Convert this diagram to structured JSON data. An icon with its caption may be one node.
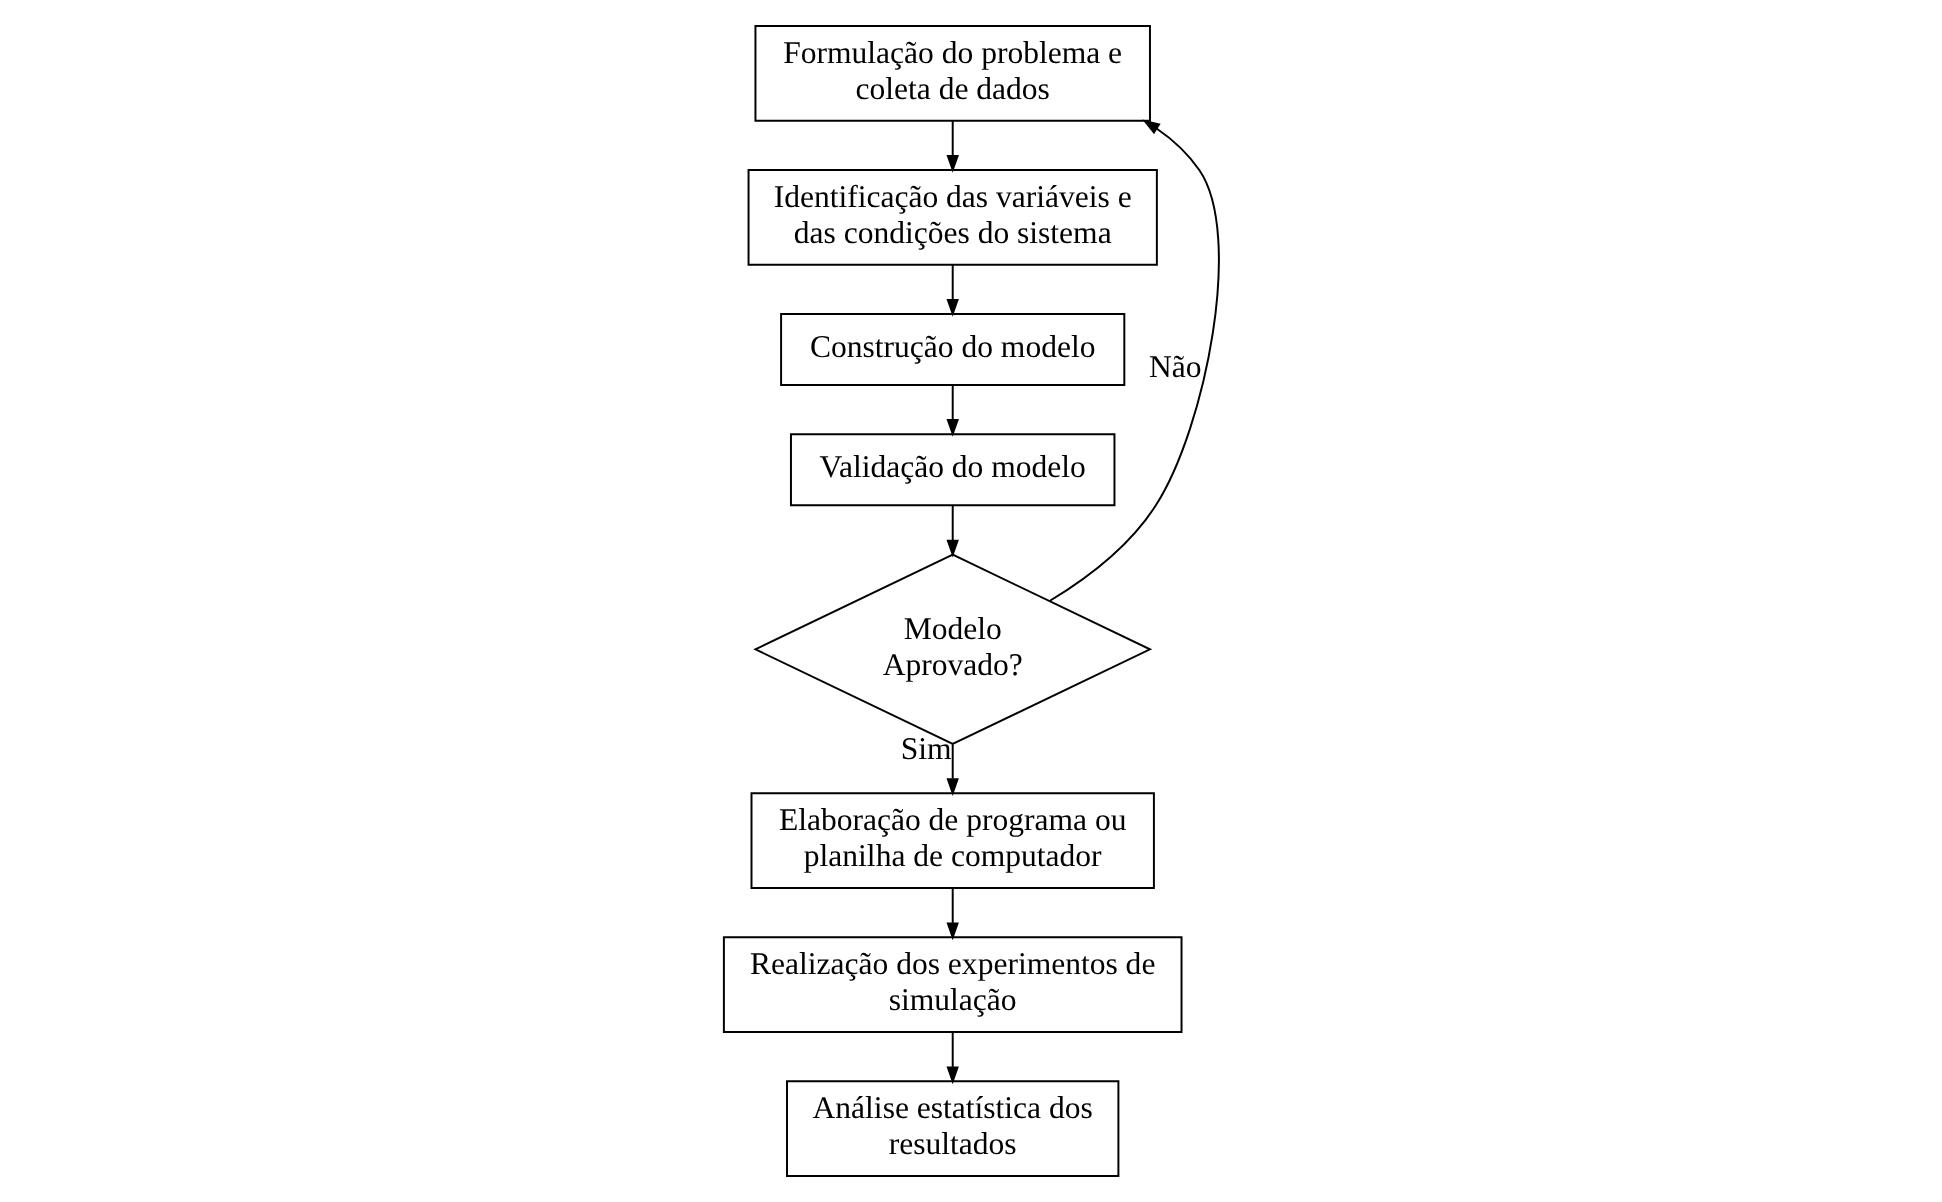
{
  "diagram": {
    "nodes": [
      {
        "text": [
          "Formulação do problema e coleta de dados"
        ]
      },
      {
        "text": [
          "Identificação das variáveis e das condições do sistema"
        ]
      },
      {
        "text": [
          "Construção do modelo"
        ]
      },
      {
        "text": [
          "Validação do modelo"
        ]
      },
      {
        "text": [
          "Modelo Aprovado?"
        ]
      },
      {
        "text": [
          "Elaboração de programa ou planilha de computador"
        ]
      },
      {
        "text": [
          "Realização dos experimentos de simulação"
        ]
      },
      {
        "text": [
          "Análise estatística dos resultados"
        ]
      }
    ],
    "edges": [
      {
        "from": 0,
        "to": 1,
        "arrow": "to"
      },
      {
        "from": 1,
        "to": 2,
        "arrow": "to"
      },
      {
        "from": 2,
        "to": 3,
        "arrow": "to"
      },
      {
        "from": 3,
        "to": 4,
        "arrow": "to"
      },
      {
        "from": 4,
        "to": 0,
        "arrow": "to",
        "label": "Não"
      },
      {
        "from": 4,
        "to": 5,
        "arrow": "to",
        "label": "Sim"
      },
      {
        "from": 5,
        "to": 6,
        "arrow": "to"
      },
      {
        "from": 6,
        "to": 7,
        "arrow": "to"
      }
    ]
  }
}
